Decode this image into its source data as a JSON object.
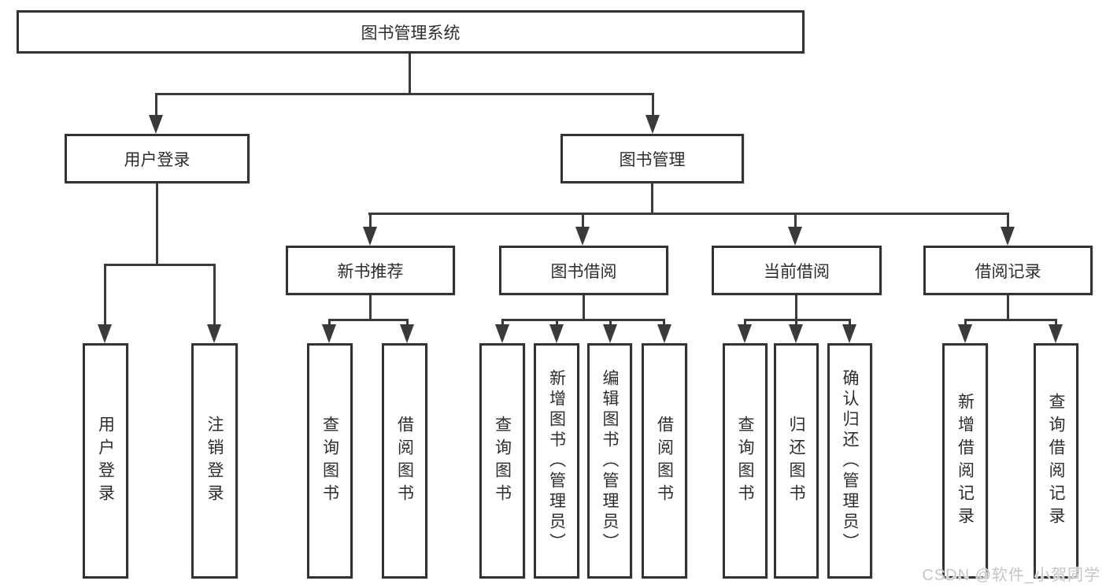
{
  "diagram": {
    "title": "图书管理系统",
    "level2": [
      "用户登录",
      "图书管理"
    ],
    "level3": [
      "新书推荐",
      "图书借阅",
      "当前借阅",
      "借阅记录"
    ],
    "leaves_user_login": [
      "用户登录",
      "注销登录"
    ],
    "leaves_new_book": [
      "查询图书",
      "借阅图书"
    ],
    "leaves_book_borrow": [
      "查询图书",
      "新增图书（管理员）",
      "编辑图书（管理员）",
      "借阅图书"
    ],
    "leaves_current_borrow": [
      "查询图书",
      "归还图书",
      "确认归还（管理员）"
    ],
    "leaves_borrow_records": [
      "新增借阅记录",
      "查询借阅记录"
    ]
  },
  "watermark": "CSDN @软件_小贺同学",
  "colors": {
    "background": "#ffffff",
    "box_border": "#333333",
    "line": "#3a3a3a",
    "text": "#2d2d2d",
    "watermark": "#c6c6c6"
  }
}
